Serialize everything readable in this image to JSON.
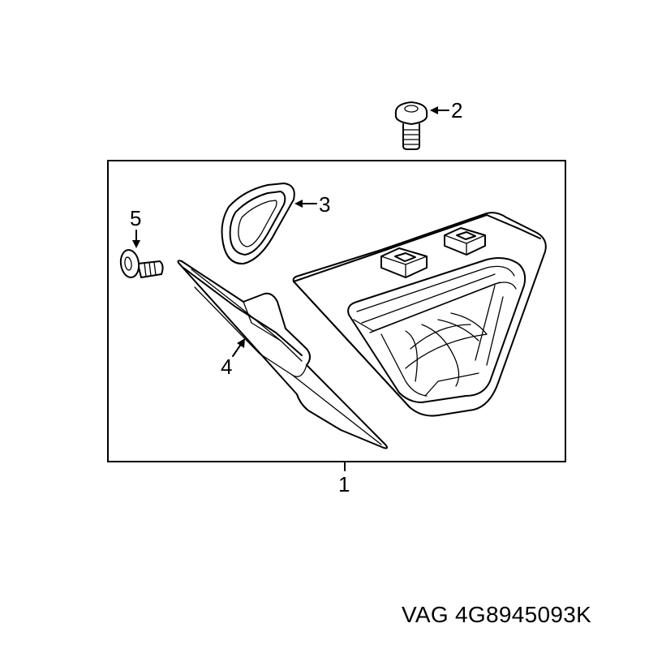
{
  "callouts": {
    "c1": "1",
    "c2": "2",
    "c3": "3",
    "c4": "4",
    "c5": "5"
  },
  "part_number": "VAG 4G8945093K",
  "colors": {
    "line": "#000000",
    "background": "#ffffff"
  }
}
